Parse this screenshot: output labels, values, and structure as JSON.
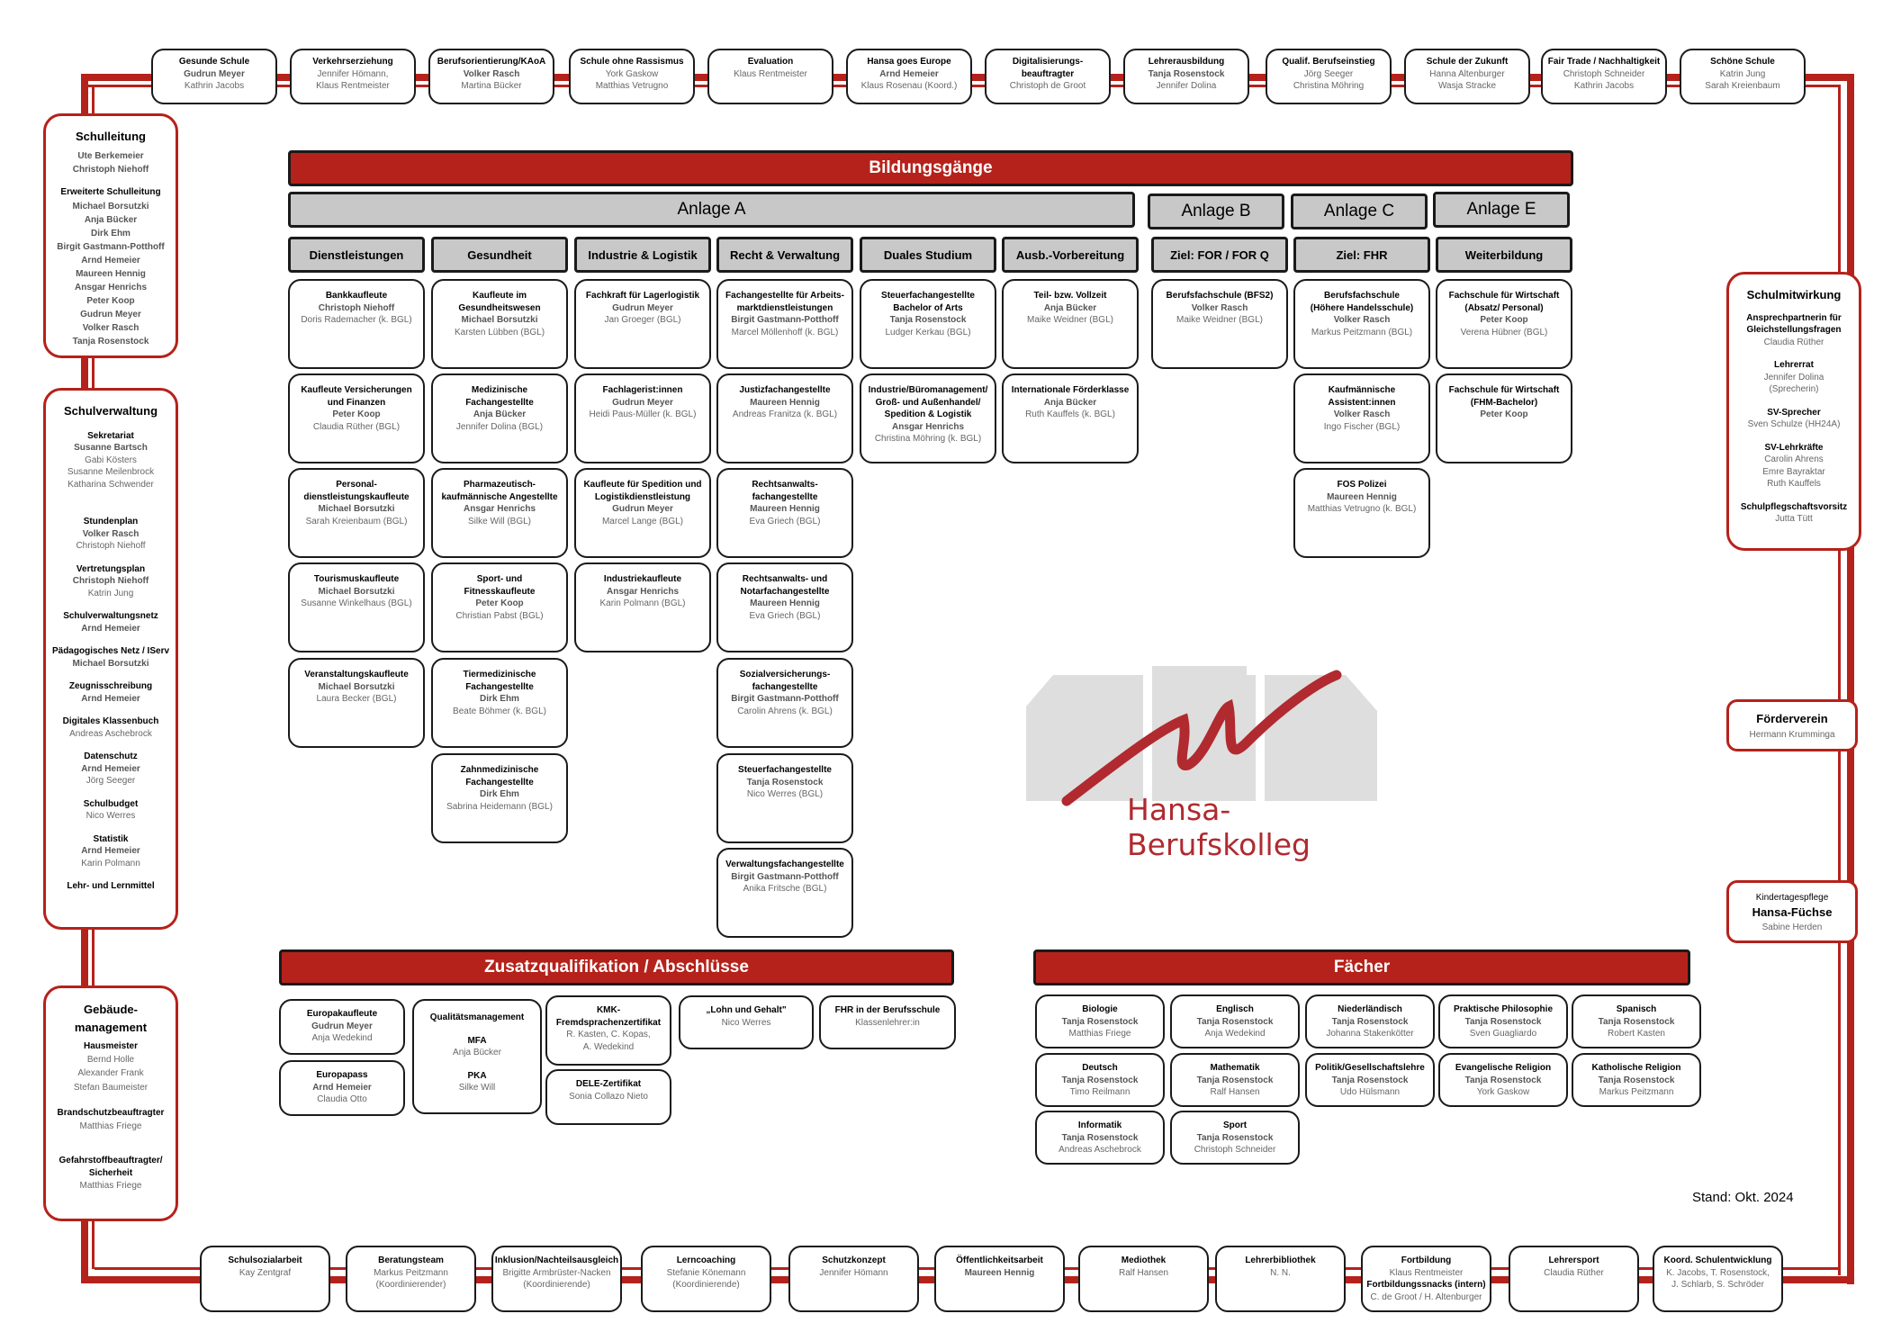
{
  "top_row": [
    {
      "title": "Gesunde Schule",
      "lead": "Gudrun Meyer",
      "people": [
        "Kathrin Jacobs"
      ]
    },
    {
      "title": "Verkehrserziehung",
      "lead": "",
      "people": [
        "Jennifer Hömann,",
        "Klaus Rentmeister"
      ]
    },
    {
      "title": "Berufsorientierung/KAoA",
      "lead": "Volker Rasch",
      "people": [
        "Martina Bücker"
      ]
    },
    {
      "title": "Schule ohne Rassismus",
      "lead": "",
      "people": [
        "York Gaskow",
        "Matthias Vetrugno"
      ]
    },
    {
      "title": "Evaluation",
      "lead": "",
      "people": [
        "Klaus Rentmeister"
      ]
    },
    {
      "title": "Hansa goes Europe",
      "lead": "Arnd Hemeier",
      "people": [
        "Klaus Rosenau (Koord.)"
      ]
    },
    {
      "title": "Digitalisierungs-\nbeauftragter",
      "lead": "",
      "people": [
        "Christoph de Groot"
      ]
    },
    {
      "title": "Lehrerausbildung",
      "lead": "Tanja Rosenstock",
      "people": [
        "Jennifer Dolina"
      ]
    },
    {
      "title": "Qualif. Berufseinstieg",
      "lead": "",
      "people": [
        "Jörg Seeger",
        "Christina Möhring"
      ]
    },
    {
      "title": "Schule der Zukunft",
      "lead": "",
      "people": [
        "Hanna Altenburger",
        "Wasja Stracke"
      ]
    },
    {
      "title": "Fair Trade / Nachhaltigkeit",
      "lead": "",
      "people": [
        "Christoph Schneider",
        "Kathrin Jacobs"
      ]
    },
    {
      "title": "Schöne Schule",
      "lead": "",
      "people": [
        "Katrin Jung",
        "Sarah Kreienbaum"
      ]
    }
  ],
  "bottom_row": [
    {
      "title": "Schulsozialarbeit",
      "lead": "",
      "people": [
        "Kay Zentgraf"
      ]
    },
    {
      "title": "Beratungsteam",
      "lead": "",
      "people": [
        "Markus Peitzmann",
        "(Koordinierender)"
      ]
    },
    {
      "title": "Inklusion/Nachteilsausgleich",
      "lead": "",
      "people": [
        "Brigitte Armbrüster-Nacken",
        "(Koordinierende)"
      ]
    },
    {
      "title": "Lerncoaching",
      "lead": "",
      "people": [
        "Stefanie Könemann",
        "(Koordinierende)"
      ]
    },
    {
      "title": "Schutzkonzept",
      "lead": "",
      "people": [
        "Jennifer Hömann"
      ]
    },
    {
      "title": "Öffentlichkeitsarbeit",
      "lead": "Maureen Hennig",
      "people": []
    },
    {
      "title": "Mediothek",
      "lead": "",
      "people": [
        "Ralf Hansen"
      ]
    },
    {
      "title": "Lehrerbibliothek",
      "lead": "",
      "people": [
        "N. N."
      ]
    },
    {
      "title": "Fortbildung",
      "lead": "",
      "people": [
        "Klaus Rentmeister"
      ],
      "title2": "Fortbildungssnacks (intern)",
      "people2": [
        "C. de Groot / H. Altenburger"
      ]
    },
    {
      "title": "Lehrersport",
      "lead": "",
      "people": [
        "Claudia Rüther"
      ]
    },
    {
      "title": "Koord. Schulentwicklung",
      "lead": "",
      "people": [
        "K. Jacobs, T. Rosenstock,",
        "J. Schlarb, S. Schröder"
      ]
    }
  ],
  "left": {
    "schulleitung": {
      "title": "Schulleitung",
      "leads": [
        "Ute Berkemeier",
        "Christoph Niehoff"
      ],
      "sub_title": "Erweiterte Schulleitung",
      "members": [
        "Michael Borsutzki",
        "Anja Bücker",
        "Dirk Ehm",
        "Birgit Gastmann-Potthoff",
        "Arnd Hemeier",
        "Maureen Hennig",
        "Ansgar Henrichs",
        "Peter Koop",
        "Gudrun Meyer",
        "Volker Rasch",
        "Tanja Rosenstock"
      ]
    },
    "schulverwaltung": {
      "title": "Schulverwaltung",
      "groups": [
        {
          "title": "Sekretariat",
          "lead": "Susanne Bartsch",
          "people": [
            "Gabi Kösters",
            "Susanne Meilenbrock",
            "Katharina Schwender"
          ]
        },
        {
          "title": "Stundenplan",
          "lead": "Volker Rasch",
          "people": [
            "Christoph Niehoff"
          ]
        },
        {
          "title": "Vertretungsplan",
          "lead": "Christoph Niehoff",
          "people": [
            "Katrin Jung"
          ]
        },
        {
          "title": "Schulverwaltungsnetz",
          "lead": "Arnd Hemeier",
          "people": []
        },
        {
          "title": "Pädagogisches Netz / IServ",
          "lead": "Michael Borsutzki",
          "people": []
        },
        {
          "title": "Zeugnisschreibung",
          "lead": "Arnd Hemeier",
          "people": []
        },
        {
          "title": "Digitales Klassenbuch",
          "lead": "",
          "people": [
            "Andreas Aschebrock"
          ]
        },
        {
          "title": "Datenschutz",
          "lead": "Arnd Hemeier",
          "people": [
            "Jörg Seeger"
          ]
        },
        {
          "title": "Schulbudget",
          "lead": "",
          "people": [
            "Nico Werres"
          ]
        },
        {
          "title": "Statistik",
          "lead": "Arnd Hemeier",
          "people": [
            "Karin Polmann"
          ]
        },
        {
          "title": "Lehr- und Lernmittel",
          "lead": "",
          "people": []
        }
      ]
    },
    "gebaeude": {
      "title": "Gebäude-\nmanagement",
      "groups": [
        {
          "title": "Hausmeister",
          "people": [
            "Bernd Holle",
            "Alexander Frank",
            "Stefan Baumeister"
          ]
        },
        {
          "title": "Brandschutzbeauftragter",
          "people": [
            "Matthias Friege"
          ]
        },
        {
          "title": "Gefahrstoffbeauftragter/\nSicherheit",
          "people": [
            "Matthias Friege"
          ]
        }
      ]
    }
  },
  "right": {
    "schulmitwirkung": {
      "title": "Schulmitwirkung",
      "groups": [
        {
          "title": "Ansprechpartnerin für\nGleichstellungsfragen",
          "people": [
            "Claudia Rüther"
          ]
        },
        {
          "title": "Lehrerrat",
          "people": [
            "Jennifer Dolina",
            "(Sprecherin)"
          ]
        },
        {
          "title": "SV-Sprecher",
          "people": [
            "Sven Schulze (HH24A)"
          ]
        },
        {
          "title": "SV-Lehrkräfte",
          "people": [
            "Carolin Ahrens",
            "Emre Bayraktar",
            "Ruth Kauffels"
          ]
        },
        {
          "title": "Schulpflegschaftsvorsitz",
          "people": [
            "Jutta Tütt"
          ]
        }
      ]
    },
    "foerderverein": {
      "title": "Förderverein",
      "people": [
        "Hermann Krumminga"
      ]
    },
    "kita": {
      "pre": "Kindertagespflege",
      "title": "Hansa-Füchse",
      "people": [
        "Sabine Herden"
      ]
    }
  },
  "bildungsgaenge": {
    "title": "Bildungsgänge",
    "anlagen": [
      "Anlage A",
      "Anlage B",
      "Anlage C",
      "Anlage E"
    ],
    "columns": [
      {
        "header": "Dienstleistungen",
        "cards": [
          {
            "title": "Bankkaufleute",
            "lead": "Christoph Niehoff",
            "people": [
              "Doris Rademacher (k. BGL)"
            ]
          },
          {
            "title": "Kaufleute Versicherungen\nund Finanzen",
            "lead": "Peter Koop",
            "people": [
              "Claudia Rüther (BGL)"
            ]
          },
          {
            "title": "Personal-\ndienstleistungskaufleute",
            "lead": "Michael Borsutzki",
            "people": [
              "Sarah Kreienbaum (BGL)"
            ]
          },
          {
            "title": "Tourismuskaufleute",
            "lead": "Michael Borsutzki",
            "people": [
              "Susanne Winkelhaus (BGL)"
            ]
          },
          {
            "title": "Veranstaltungskaufleute",
            "lead": "Michael Borsutzki",
            "people": [
              "Laura Becker (BGL)"
            ]
          }
        ]
      },
      {
        "header": "Gesundheit",
        "cards": [
          {
            "title": "Kaufleute im\nGesundheitswesen",
            "lead": "Michael Borsutzki",
            "people": [
              "Karsten Lübben (BGL)"
            ]
          },
          {
            "title": "Medizinische\nFachangestellte",
            "lead": "Anja Bücker",
            "people": [
              "Jennifer Dolina (BGL)"
            ]
          },
          {
            "title": "Pharmazeutisch-\nkaufmännische Angestellte",
            "lead": "Ansgar Henrichs",
            "people": [
              "Silke Will (BGL)"
            ]
          },
          {
            "title": "Sport- und\nFitnesskaufleute",
            "lead": "Peter Koop",
            "people": [
              "Christian Pabst (BGL)"
            ]
          },
          {
            "title": "Tiermedizinische\nFachangestellte",
            "lead": "Dirk Ehm",
            "people": [
              "Beate Böhmer (k. BGL)"
            ]
          },
          {
            "title": "Zahnmedizinische\nFachangestellte",
            "lead": "Dirk Ehm",
            "people": [
              "Sabrina Heidemann (BGL)"
            ]
          }
        ]
      },
      {
        "header": "Industrie & Logistik",
        "cards": [
          {
            "title": "Fachkraft für Lagerlogistik",
            "lead": "Gudrun Meyer",
            "people": [
              "Jan Groeger (BGL)"
            ]
          },
          {
            "title": "Fachlagerist:innen",
            "lead": "Gudrun Meyer",
            "people": [
              "Heidi Paus-Müller  (k. BGL)"
            ]
          },
          {
            "title": "Kaufleute für Spedition und\nLogistikdienstleistung",
            "lead": "Gudrun Meyer",
            "people": [
              "Marcel Lange (BGL)"
            ]
          },
          {
            "title": "Industriekaufleute",
            "lead": "Ansgar Henrichs",
            "people": [
              "Karin Polmann (BGL)"
            ]
          }
        ]
      },
      {
        "header": "Recht & Verwaltung",
        "cards": [
          {
            "title": "Fachangestellte für Arbeits-\nmarktdienstleistungen",
            "lead": "Birgit Gastmann-Potthoff",
            "people": [
              "Marcel Möllenhoff (k. BGL)"
            ]
          },
          {
            "title": "Justizfachangestellte",
            "lead": "Maureen Hennig",
            "people": [
              "Andreas Franitza (k. BGL)"
            ]
          },
          {
            "title": "Rechtsanwalts-\nfachangestellte",
            "lead": "Maureen Hennig",
            "people": [
              "Eva Griech (BGL)"
            ]
          },
          {
            "title": "Rechtsanwalts- und\nNotarfachangestellte",
            "lead": "Maureen Hennig",
            "people": [
              "Eva Griech (BGL)"
            ]
          },
          {
            "title": "Sozialversicherungs-\nfachangestellte",
            "lead": "Birgit Gastmann-Potthoff",
            "people": [
              "Carolin Ahrens (k. BGL)"
            ]
          },
          {
            "title": "Steuerfachangestellte",
            "lead": "Tanja Rosenstock",
            "people": [
              "Nico Werres (BGL)"
            ]
          },
          {
            "title": "Verwaltungsfachangestellte",
            "lead": "Birgit Gastmann-Potthoff",
            "people": [
              "Anika Fritsche (BGL)"
            ]
          }
        ]
      },
      {
        "header": "Duales Studium",
        "cards": [
          {
            "title": "Steuerfachangestellte\nBachelor of Arts",
            "lead": "Tanja Rosenstock",
            "people": [
              "Ludger Kerkau (BGL)"
            ]
          },
          {
            "title": "Industrie/Büromanagement/\nGroß- und Außenhandel/\nSpedition & Logistik",
            "lead": "Ansgar Henrichs",
            "people": [
              "Christina Möhring (k. BGL)"
            ]
          }
        ]
      },
      {
        "header": "Ausb.-Vorbereitung",
        "cards": [
          {
            "title": "Teil- bzw. Vollzeit",
            "lead": "Anja Bücker",
            "people": [
              "Maike Weidner (BGL)"
            ]
          },
          {
            "title": "Internationale Förderklasse",
            "lead": "Anja Bücker",
            "people": [
              "Ruth Kauffels (k. BGL)"
            ]
          }
        ]
      },
      {
        "header": "Ziel: FOR / FOR Q",
        "cards": [
          {
            "title": "Berufsfachschule (BFS2)",
            "lead": "Volker Rasch",
            "people": [
              "Maike Weidner (BGL)"
            ]
          }
        ]
      },
      {
        "header": "Ziel: FHR",
        "cards": [
          {
            "title": "Berufsfachschule\n(Höhere Handelsschule)",
            "lead": "Volker Rasch",
            "people": [
              "Markus Peitzmann (BGL)"
            ]
          },
          {
            "title": "Kaufmännische\nAssistent:innen",
            "lead": "Volker Rasch",
            "people": [
              "Ingo Fischer (BGL)"
            ]
          },
          {
            "title": "FOS Polizei",
            "lead": "Maureen Hennig",
            "people": [
              "Matthias Vetrugno (k. BGL)"
            ]
          }
        ]
      },
      {
        "header": "Weiterbildung",
        "cards": [
          {
            "title": "Fachschule für Wirtschaft\n(Absatz/ Personal)",
            "lead": "Peter Koop",
            "people": [
              "Verena Hübner (BGL)"
            ]
          },
          {
            "title": "Fachschule für Wirtschaft\n(FHM-Bachelor)",
            "lead": "Peter Koop",
            "people": []
          }
        ]
      }
    ]
  },
  "zusatz": {
    "title": "Zusatzqualifikation / Abschlüsse",
    "cards": [
      {
        "title": "Europakaufleute",
        "lead": "Gudrun Meyer",
        "people": [
          "Anja Wedekind"
        ]
      },
      {
        "title": "Europapass",
        "lead": "Arnd Hemeier",
        "people": [
          "Claudia Otto"
        ]
      },
      {
        "title": "Qualitätsmanagement",
        "sub1": "MFA",
        "p1": "Anja Bücker",
        "sub2": "PKA",
        "p2": "Silke Will"
      },
      {
        "title": "KMK-\nFremdsprachenzertifikat",
        "lead": "",
        "people": [
          "R. Kasten, C. Kopas,",
          "A. Wedekind"
        ]
      },
      {
        "title": "DELE-Zertifikat",
        "lead": "",
        "people": [
          "Sonia Collazo Nieto"
        ]
      },
      {
        "title": "„Lohn und Gehalt\"",
        "lead": "",
        "people": [
          "Nico Werres"
        ]
      },
      {
        "title": "FHR in der Berufsschule",
        "lead": "",
        "people": [
          "Klassenlehrer:in"
        ]
      }
    ]
  },
  "faecher": {
    "title": "Fächer",
    "cards": [
      {
        "title": "Biologie",
        "lead": "Tanja Rosenstock",
        "people": [
          "Matthias Friege"
        ]
      },
      {
        "title": "Englisch",
        "lead": "Tanja Rosenstock",
        "people": [
          "Anja Wedekind"
        ]
      },
      {
        "title": "Niederländisch",
        "lead": "Tanja Rosenstock",
        "people": [
          "Johanna Stakenkötter"
        ]
      },
      {
        "title": "Praktische Philosophie",
        "lead": "Tanja Rosenstock",
        "people": [
          "Sven Guagliardo"
        ]
      },
      {
        "title": "Spanisch",
        "lead": "Tanja Rosenstock",
        "people": [
          "Robert Kasten"
        ]
      },
      {
        "title": "Deutsch",
        "lead": "Tanja Rosenstock",
        "people": [
          "Timo Reilmann"
        ]
      },
      {
        "title": "Mathematik",
        "lead": "Tanja Rosenstock",
        "people": [
          "Ralf Hansen"
        ]
      },
      {
        "title": "Politik/Gesellschaftslehre",
        "lead": "Tanja Rosenstock",
        "people": [
          "Udo Hülsmann"
        ]
      },
      {
        "title": "Evangelische Religion",
        "lead": "Tanja Rosenstock",
        "people": [
          "York Gaskow"
        ]
      },
      {
        "title": "Katholische Religion",
        "lead": "Tanja Rosenstock",
        "people": [
          "Markus Peitzmann"
        ]
      },
      {
        "title": "Informatik",
        "lead": "Tanja Rosenstock",
        "people": [
          "Andreas Aschebrock"
        ]
      },
      {
        "title": "Sport",
        "lead": "Tanja Rosenstock",
        "people": [
          "Christoph Schneider"
        ]
      }
    ]
  },
  "logo": {
    "text": "Hansa-Berufskolleg",
    "color": "#b02a30",
    "building_color": "#dedede"
  },
  "footer": {
    "stand": "Stand: Okt. 2024"
  },
  "colors": {
    "accent": "#b5221b",
    "header_grey": "#c8c8c8"
  }
}
